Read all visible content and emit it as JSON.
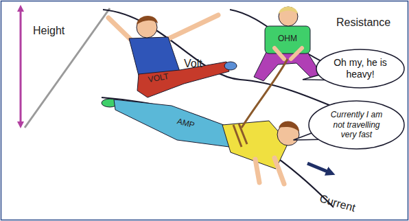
{
  "diagram": {
    "nodes": [
      {
        "text": [
          "Oh my, he is heavy!"
        ]
      },
      {
        "text": [
          "Currently I am not travelling very fast"
        ]
      }
    ],
    "labels": [
      "Height",
      "Volt",
      "VOLT",
      "Resistance",
      "OHM",
      "AMP",
      "Current"
    ]
  }
}
